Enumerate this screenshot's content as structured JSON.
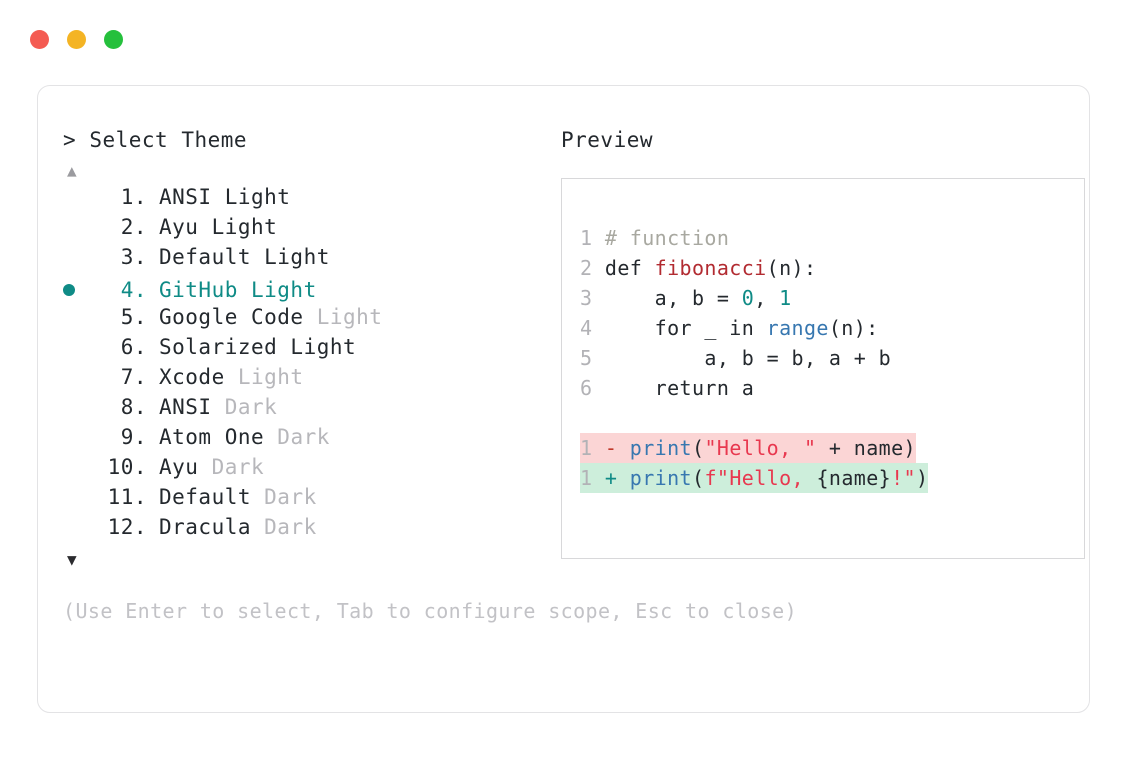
{
  "window": {
    "traffic_lights": [
      {
        "name": "close",
        "color": "#f45b52"
      },
      {
        "name": "minimize",
        "color": "#f4b424"
      },
      {
        "name": "maximize",
        "color": "#25c03c"
      }
    ]
  },
  "selector": {
    "prompt_marker": ">",
    "title": "Select Theme",
    "scroll_up_icon": "▲",
    "scroll_down_icon": "▼",
    "selected_index": 4,
    "bullet_color": "#0f8b86",
    "items": [
      {
        "number": "1.",
        "name": "ANSI Light",
        "variant": "",
        "selected": false
      },
      {
        "number": "2.",
        "name": "Ayu Light",
        "variant": "",
        "selected": false
      },
      {
        "number": "3.",
        "name": "Default Light",
        "variant": "",
        "selected": false
      },
      {
        "number": "4.",
        "name": "GitHub Light",
        "variant": "",
        "selected": true
      },
      {
        "number": "5.",
        "name": "Google Code",
        "variant": "Light",
        "selected": false
      },
      {
        "number": "6.",
        "name": "Solarized Light",
        "variant": "",
        "selected": false
      },
      {
        "number": "7.",
        "name": "Xcode",
        "variant": "Light",
        "selected": false
      },
      {
        "number": "8.",
        "name": "ANSI",
        "variant": "Dark",
        "selected": false
      },
      {
        "number": "9.",
        "name": "Atom One",
        "variant": "Dark",
        "selected": false
      },
      {
        "number": "10.",
        "name": "Ayu",
        "variant": "Dark",
        "selected": false
      },
      {
        "number": "11.",
        "name": "Default",
        "variant": "Dark",
        "selected": false
      },
      {
        "number": "12.",
        "name": "Dracula",
        "variant": "Dark",
        "selected": false
      }
    ],
    "hint": "(Use Enter to select, Tab to configure scope, Esc to close)"
  },
  "preview": {
    "label": "Preview",
    "code_lines": [
      {
        "lineno": "1",
        "tokens": [
          {
            "text": "# function",
            "cls": "tok-comment"
          }
        ]
      },
      {
        "lineno": "2",
        "tokens": [
          {
            "text": "def ",
            "cls": "tok-kw"
          },
          {
            "text": "fibonacci",
            "cls": "tok-fn"
          },
          {
            "text": "(n):",
            "cls": "tok-punct"
          }
        ]
      },
      {
        "lineno": "3",
        "tokens": [
          {
            "text": "    a, b = ",
            "cls": "tok-plain"
          },
          {
            "text": "0",
            "cls": "tok-num"
          },
          {
            "text": ", ",
            "cls": "tok-plain"
          },
          {
            "text": "1",
            "cls": "tok-num"
          }
        ]
      },
      {
        "lineno": "4",
        "tokens": [
          {
            "text": "    for _ in ",
            "cls": "tok-plain"
          },
          {
            "text": "range",
            "cls": "tok-builtin"
          },
          {
            "text": "(n):",
            "cls": "tok-punct"
          }
        ]
      },
      {
        "lineno": "5",
        "tokens": [
          {
            "text": "        a, b = b, a + b",
            "cls": "tok-plain"
          }
        ]
      },
      {
        "lineno": "6",
        "tokens": [
          {
            "text": "    return a",
            "cls": "tok-plain"
          }
        ]
      }
    ],
    "diff_lines": [
      {
        "kind": "del",
        "lineno": "1",
        "marker": "-",
        "bg": "#fbd5d5",
        "tokens": [
          {
            "text": "print",
            "cls": "tok-builtin"
          },
          {
            "text": "(",
            "cls": "tok-punct"
          },
          {
            "text": "\"Hello, \"",
            "cls": "tok-str"
          },
          {
            "text": " + name)",
            "cls": "tok-plain"
          }
        ]
      },
      {
        "kind": "add",
        "lineno": "1",
        "marker": "+",
        "bg": "#cdeedb",
        "tokens": [
          {
            "text": "print",
            "cls": "tok-builtin"
          },
          {
            "text": "(",
            "cls": "tok-punct"
          },
          {
            "text": "f\"Hello, ",
            "cls": "tok-str"
          },
          {
            "text": "{name}",
            "cls": "tok-plain"
          },
          {
            "text": "!\"",
            "cls": "tok-str"
          },
          {
            "text": ")",
            "cls": "tok-punct"
          }
        ]
      }
    ]
  }
}
